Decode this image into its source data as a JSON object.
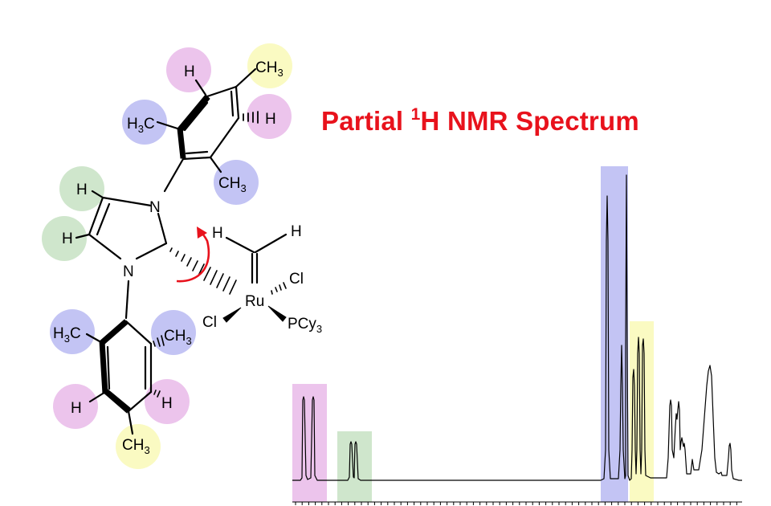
{
  "title": {
    "prefix": "Partial ",
    "sup": "1",
    "suffix": "H NMR Spectrum"
  },
  "colors": {
    "title": "#e8121c",
    "pink": "#ecc4ec",
    "blue": "#c3c4f4",
    "green": "#cfe6cc",
    "yellow": "#fafac2",
    "arrow": "#e8121c",
    "ink": "#000000"
  },
  "molecule": {
    "labels": {
      "h_top": "H",
      "ch3_top_main": "CH",
      "ch3_top_sub": "3",
      "h3c_left_main": "H",
      "h3c_left_sub": "3",
      "h3c_left_c": "C",
      "h_right_top": "H",
      "ch3_mid_main": "CH",
      "ch3_mid_sub": "3",
      "h_imid_1": "H",
      "h_imid_2": "H",
      "n_top": "N",
      "n_bottom": "N",
      "h_carbene": "H",
      "h_alkylidene": "H",
      "cl_right": "Cl",
      "ru": "Ru",
      "cl_left": "Cl",
      "pcy_main": "PCy",
      "pcy_sub": "3",
      "h3c_lower_main": "H",
      "h3c_lower_sub": "3",
      "h3c_lower_c": "C",
      "ch3_lower_main": "CH",
      "ch3_lower_sub": "3",
      "h_lower_left": "H",
      "h_lower_right": "H",
      "ch3_bottom_main": "CH",
      "ch3_bottom_sub": "3"
    }
  },
  "spectrum": {
    "regions": [
      {
        "name": "pink-region",
        "color": "pink"
      },
      {
        "name": "green-region",
        "color": "green"
      },
      {
        "name": "blue-region",
        "color": "blue"
      },
      {
        "name": "yellow-region",
        "color": "yellow"
      }
    ]
  }
}
